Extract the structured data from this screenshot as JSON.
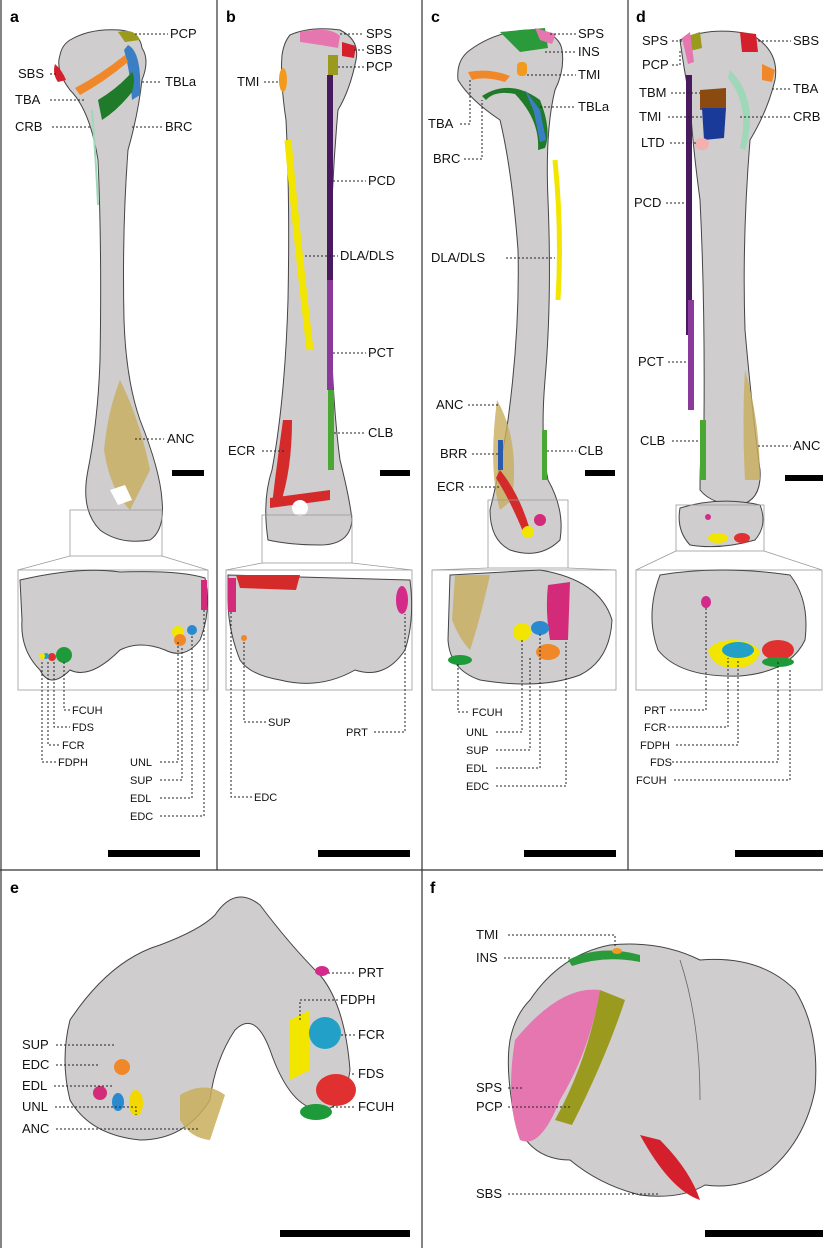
{
  "panels": {
    "a": {
      "letter": "a",
      "labels": [
        "PCP",
        "SBS",
        "TBLa",
        "TBA",
        "CRB",
        "BRC",
        "ANC"
      ],
      "inset_labels": [
        "FCUH",
        "FDS",
        "FCR",
        "FDPH",
        "UNL",
        "SUP",
        "EDL",
        "EDC"
      ]
    },
    "b": {
      "letter": "b",
      "labels": [
        "SPS",
        "SBS",
        "PCP",
        "TMI",
        "PCD",
        "DLA/DLS",
        "PCT",
        "CLB",
        "ECR"
      ],
      "inset_labels": [
        "SUP",
        "PRT",
        "EDC"
      ]
    },
    "c": {
      "letter": "c",
      "labels": [
        "SPS",
        "INS",
        "TMI",
        "TBLa",
        "TBA",
        "BRC",
        "DLA/DLS",
        "ANC",
        "CLB",
        "BRR",
        "ECR"
      ],
      "inset_labels": [
        "FCUH",
        "UNL",
        "SUP",
        "EDL",
        "EDC"
      ]
    },
    "d": {
      "letter": "d",
      "labels": [
        "SPS",
        "SBS",
        "PCP",
        "TBA",
        "TBM",
        "TMI",
        "CRB",
        "LTD",
        "PCD",
        "PCT",
        "CLB",
        "ANC"
      ],
      "inset_labels": [
        "PRT",
        "FCR",
        "FDPH",
        "FDS",
        "FCUH"
      ]
    },
    "e": {
      "letter": "e",
      "labels": [
        "PRT",
        "FDPH",
        "FCR",
        "FDS",
        "FCUH",
        "SUP",
        "EDC",
        "EDL",
        "UNL",
        "ANC"
      ]
    },
    "f": {
      "letter": "f",
      "labels": [
        "TMI",
        "INS",
        "SPS",
        "PCP",
        "SBS"
      ]
    }
  },
  "colors": {
    "background": "#ffffff",
    "bone": "#cfcdcd",
    "PCP": "#9a9a1e",
    "SBS": "#d4202c",
    "SPS": "#e576b0",
    "TBLa": "#3a7fc4",
    "TBA": "#f0882a",
    "CRB": "#9fd8b8",
    "BRC": "#1f7a2a",
    "ANC": "#c8ae5c",
    "TMI": "#f29a1e",
    "PCD": "#4a1a5e",
    "DLA": "#f2e600",
    "PCT": "#8a3a9a",
    "CLB": "#4aa832",
    "ECR": "#d42a2a",
    "INS": "#2a9a3a",
    "TBM": "#8a4a10",
    "TMI_d": "#1a3a9a",
    "LTD": "#f4b0b0",
    "FCUH": "#1f9a3a",
    "FDS": "#e03030",
    "FCR": "#22a0c8",
    "FDPH": "#f2e600",
    "UNL": "#f2d800",
    "SUP": "#f0882a",
    "EDL": "#2a8ad0",
    "EDC": "#d42a7a",
    "PRT": "#d42a8a",
    "BRR": "#2a5ab0"
  }
}
